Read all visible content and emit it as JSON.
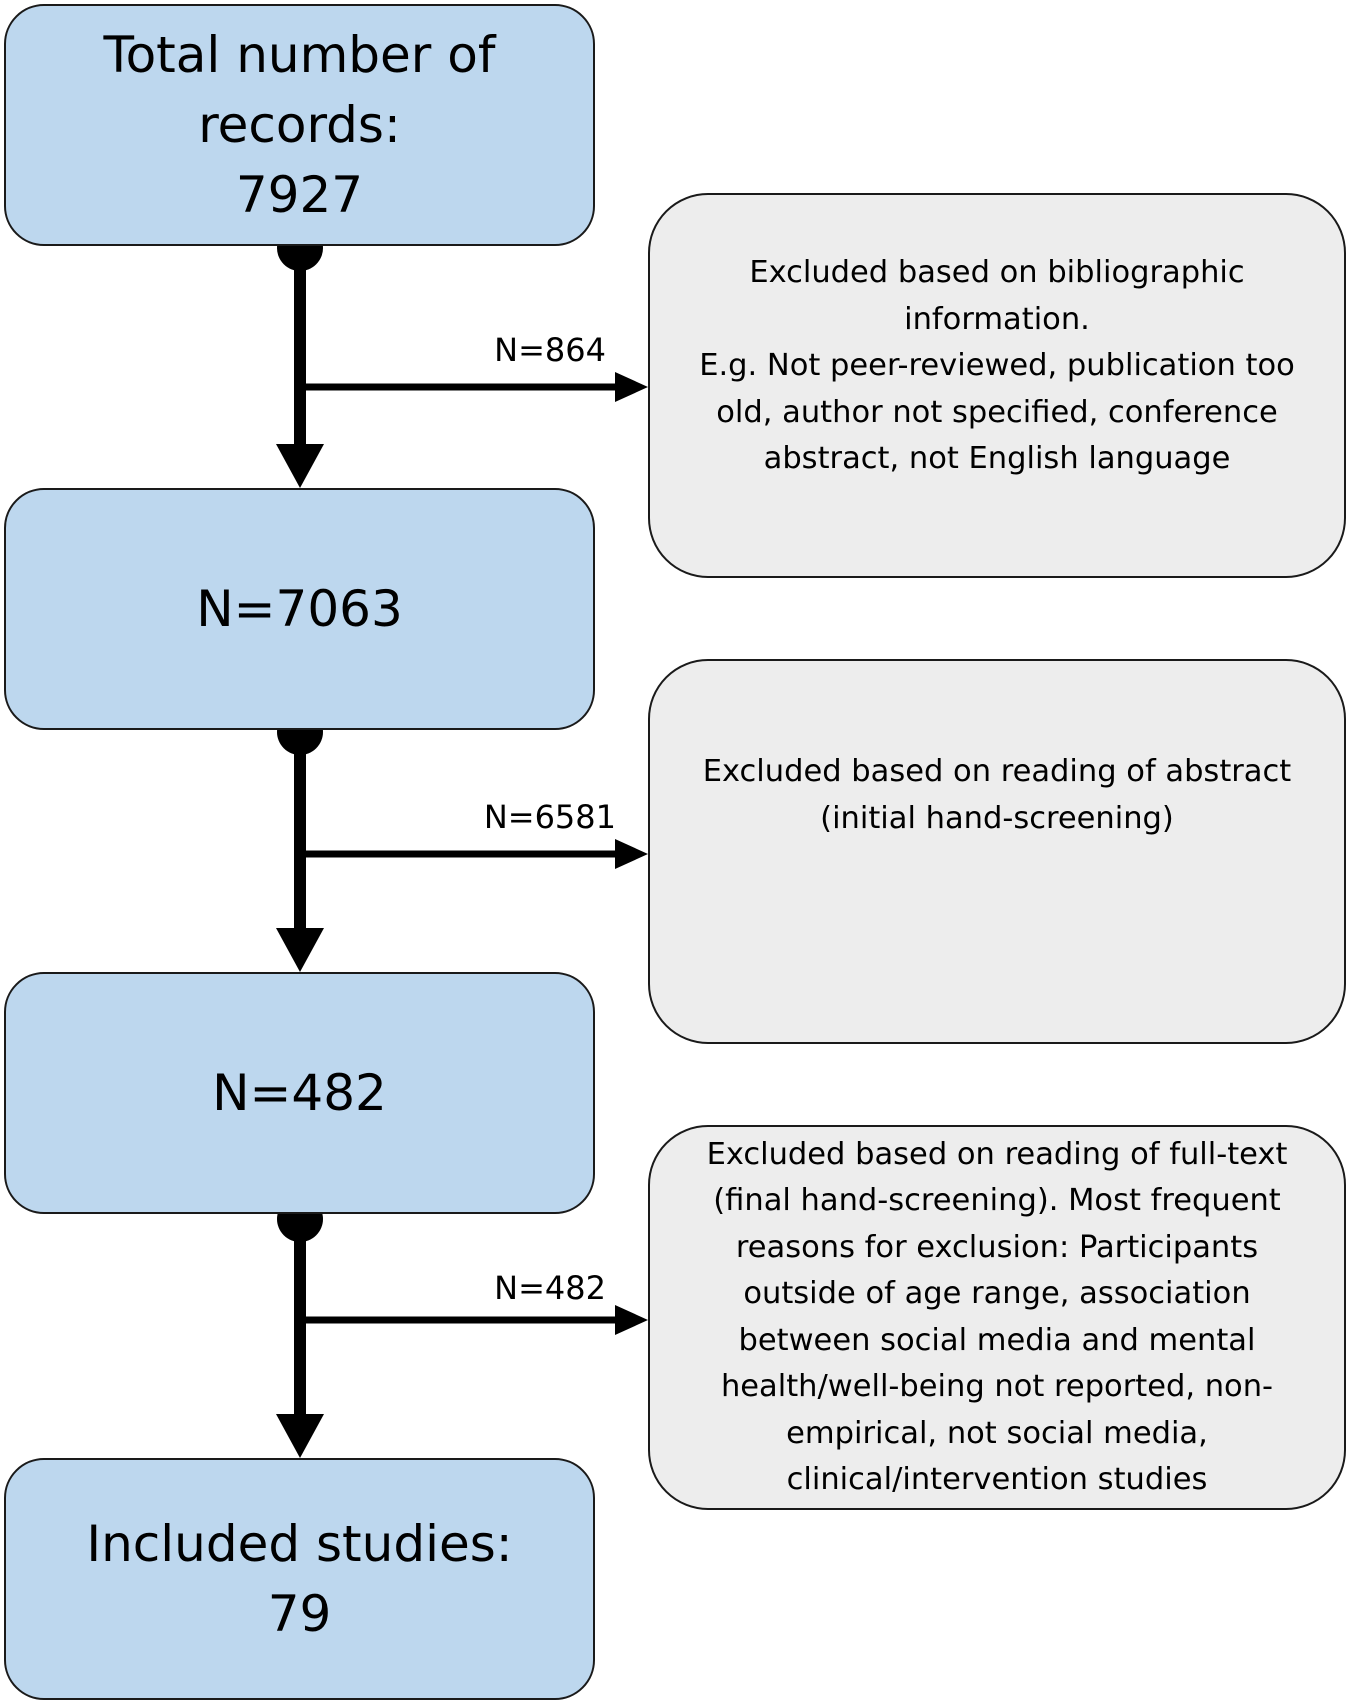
{
  "colors": {
    "main_box_fill": "#bdd7ee",
    "exclusion_box_fill": "#ededed",
    "outline": "#1a1a1a",
    "arrow": "#000000"
  },
  "steps": [
    {
      "lines": [
        "Total number of",
        "records:",
        "7927"
      ]
    },
    {
      "lines": [
        "N=7063"
      ]
    },
    {
      "lines": [
        "N=482"
      ]
    },
    {
      "lines": [
        "Included studies:",
        "79"
      ]
    }
  ],
  "exclusions": [
    {
      "count_label": "N=864",
      "lines": [
        "Excluded based on bibliographic",
        "information.",
        "E.g. Not peer-reviewed, publication too",
        "old, author not specified, conference",
        "abstract, not English language"
      ]
    },
    {
      "count_label": "N=6581",
      "lines": [
        "Excluded based on reading of abstract",
        "(initial hand-screening)"
      ]
    },
    {
      "count_label": "N=482",
      "lines": [
        "Excluded based on reading of full-text",
        "(final hand-screening). Most frequent",
        "reasons for exclusion: Participants",
        "outside of age range, association",
        "between social media and mental",
        "health/well-being not reported, non-",
        "empirical, not social media,",
        "clinical/intervention studies"
      ]
    }
  ]
}
